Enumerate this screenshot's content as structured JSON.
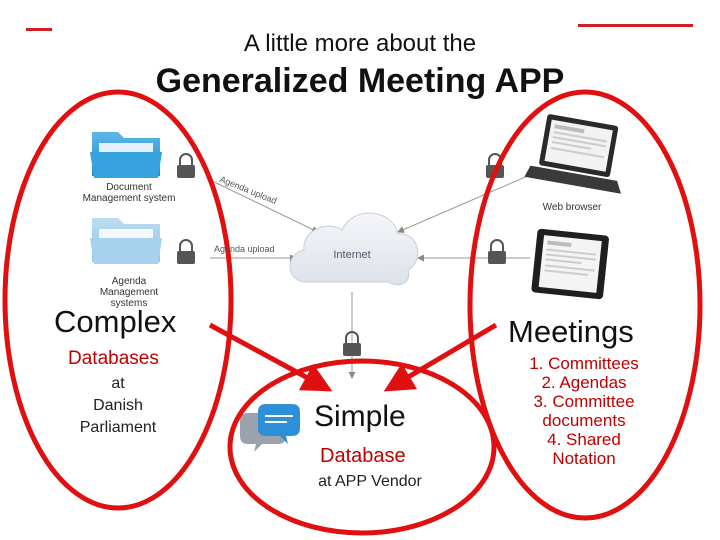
{
  "slide": {
    "title_small": "A little more about the",
    "title_big": "Generalized Meeting APP"
  },
  "diagram": {
    "doc_mgmt_caption": "Document Management system",
    "agenda_mgmt_caption": "Agenda Management systems",
    "web_browser_caption": "Web browser",
    "internet_label": "Internet",
    "arrow_agenda_upload_1": "Agenda upload",
    "arrow_agenda_upload_2": "Agenda upload"
  },
  "left": {
    "heading": "Complex",
    "subheading": "Databases",
    "line1": "at",
    "line2": "Danish",
    "line3": "Parliament"
  },
  "center": {
    "heading": "Simple",
    "subheading": "Database",
    "line1": "at APP Vendor"
  },
  "right": {
    "heading": "Meetings",
    "items": [
      "1. Committees",
      "2. Agendas",
      "3. Committee",
      "documents",
      "4. Shared",
      "Notation"
    ]
  },
  "colors": {
    "accent_red": "#d32027",
    "text_red": "#c00000",
    "folder_blue": "#2e9bd6",
    "lock_gray": "#555555"
  }
}
